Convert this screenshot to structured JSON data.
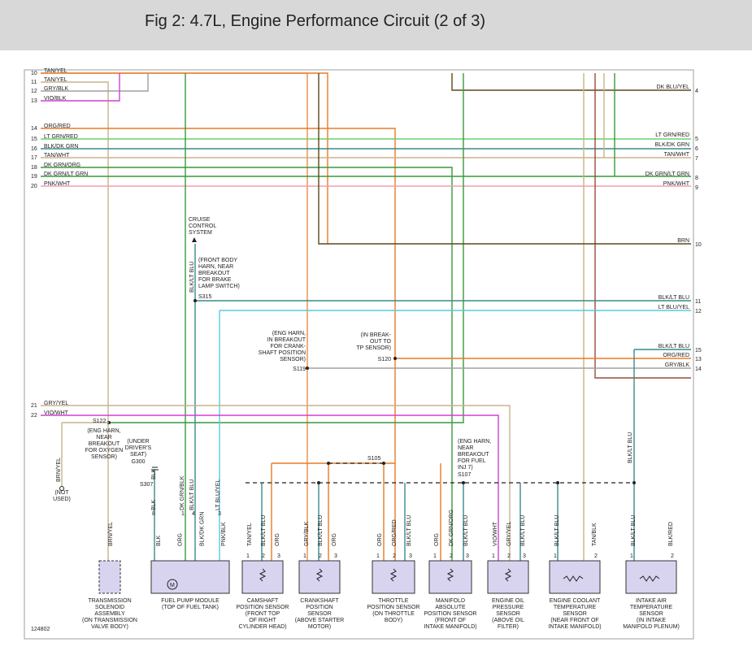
{
  "title": "Fig 2: 4.7L, Engine Performance Circuit (2 of 3)",
  "figure_number": "124802",
  "colors": {
    "orange": "#e87a24",
    "green": "#3a9a3a",
    "dark_brown": "#5a4a1a",
    "tan": "#c8b48a",
    "gray": "#a0a0a0",
    "magenta": "#d040d0",
    "pink": "#f0a0b0",
    "lt_green": "#6ad06a",
    "teal": "#3a8a8a",
    "lt_blue": "#5ac8e0",
    "brown_red": "#9a4a3a",
    "component_fill": "#d8d4f0"
  },
  "left_connector": {
    "pins": [
      {
        "pin": "10",
        "label": "TAN/YEL"
      },
      {
        "pin": "11",
        "label": "TAN/YEL"
      },
      {
        "pin": "12",
        "label": "GRY/BLK"
      },
      {
        "pin": "13",
        "label": "VIO/BLK"
      },
      {
        "pin": "14",
        "label": "ORG/RED"
      },
      {
        "pin": "15",
        "label": "LT GRN/RED"
      },
      {
        "pin": "16",
        "label": "BLK/DK GRN"
      },
      {
        "pin": "17",
        "label": "TAN/WHT"
      },
      {
        "pin": "18",
        "label": "DK GRN/ORG"
      },
      {
        "pin": "19",
        "label": "DK GRN/LT GRN"
      },
      {
        "pin": "20",
        "label": "PNK/WHT"
      },
      {
        "pin": "21",
        "label": "GRY/YEL"
      },
      {
        "pin": "22",
        "label": "VIO/WHT"
      }
    ]
  },
  "right_connector": {
    "pins": [
      {
        "pin": "4",
        "label": "DK BLU/YEL"
      },
      {
        "pin": "5",
        "label": "LT GRN/RED"
      },
      {
        "pin": "6",
        "label": "BLK/DK GRN"
      },
      {
        "pin": "7",
        "label": "TAN/WHT"
      },
      {
        "pin": "8",
        "label": "DK GRN/LT GRN"
      },
      {
        "pin": "9",
        "label": "PNK/WHT"
      },
      {
        "pin": "10",
        "label": "BRN"
      },
      {
        "pin": "11",
        "label": "BLK/LT BLU"
      },
      {
        "pin": "12",
        "label": "LT BLU/YEL"
      },
      {
        "pin": "15",
        "label": "BLK/LT BLU"
      },
      {
        "pin": "13",
        "label": "ORG/RED"
      },
      {
        "pin": "14",
        "label": "GRY/BLK"
      }
    ]
  },
  "notes": {
    "cruise": [
      "CRUISE",
      "CONTROL",
      "SYSTEM"
    ],
    "s315": [
      "(FRONT BODY",
      "HARN, NEAR",
      "BREAKOUT",
      "FOR BRAKE",
      "LAMP SWITCH)"
    ],
    "s315_label": "S315",
    "s315_wire": "BLK/LT BLU",
    "s119": [
      "(ENG HARN,",
      "IN BREAKOUT",
      "FOR CRANK-",
      "SHAFT POSITION",
      "SENSOR)"
    ],
    "s119_label": "S119",
    "s120": [
      "(IN BREAK-",
      "OUT TO",
      "TP SENSOR)"
    ],
    "s120_label": "S120",
    "s122_label": "S122",
    "s122": [
      "(ENG HARN,",
      "NEAR",
      "BREAKOUT",
      "FOR OXYGEN",
      "SENSOR)"
    ],
    "s122_wire": "BRN/YEL",
    "not_used": [
      "(NOT",
      "USED)"
    ],
    "g300": [
      "(UNDER",
      "DRIVER'S",
      "SEAT)"
    ],
    "g300_label": "G300",
    "s307_label": "S307",
    "s105_label": "S105",
    "s107": [
      "(ENG HARN,",
      "NEAR",
      "BREAKOUT",
      "FOR FUEL",
      "INJ 7)"
    ],
    "s107_label": "S107",
    "right_blk_lt_blu": "BLK/LT BLU"
  },
  "components": [
    {
      "id": "trans",
      "wires": [
        "BRN/YEL"
      ],
      "pins": [],
      "name": [
        "TRANSMISSION",
        "SOLENOID",
        "ASSEMBLY",
        "(ON TRANSMISSION",
        "VALVE BODY)"
      ]
    },
    {
      "id": "fuel",
      "wires": [
        "BLK",
        "ORG",
        "BLK/DK GRN",
        "PNK/BLK"
      ],
      "pins": [],
      "name": [
        "FUEL PUMP MODULE",
        "(TOP OF FUEL TANK)"
      ]
    },
    {
      "id": "cam",
      "wires": [
        "TAN/YEL",
        "BLK/LT BLU",
        "ORG"
      ],
      "pins": [
        "1",
        "2",
        "3"
      ],
      "name": [
        "CAMSHAFT",
        "POSITION SENSOR",
        "(FRONT TOP",
        "OF RIGHT",
        "CYLINDER HEAD)"
      ]
    },
    {
      "id": "crank",
      "wires": [
        "GRY/BLK",
        "BLK/LT BLU",
        "ORG"
      ],
      "pins": [
        "1",
        "2",
        "3"
      ],
      "name": [
        "CRANKSHAFT",
        "POSITION",
        "SENSOR",
        "(ABOVE STARTER",
        "MOTOR)"
      ]
    },
    {
      "id": "tps",
      "wires": [
        "ORG",
        "ORG/RED",
        "BLK/LT BLU"
      ],
      "pins": [
        "1",
        "2",
        "3"
      ],
      "name": [
        "THROTTLE",
        "POSITION SENSOR",
        "(ON THROTTLE",
        "BODY)"
      ]
    },
    {
      "id": "map",
      "wires": [
        "ORG",
        "DK GRN/ORG",
        "BLK/LT BLU"
      ],
      "pins": [
        "1",
        "2",
        "3"
      ],
      "name": [
        "MANIFOLD",
        "ABSOLUTE",
        "POSITION SENSOR",
        "(FRONT OF",
        "INTAKE MANIFOLD)"
      ]
    },
    {
      "id": "oil",
      "wires": [
        "VIO/WHT",
        "GRY/YEL",
        "BLK/LT BLU"
      ],
      "pins": [
        "1",
        "2",
        "3"
      ],
      "name": [
        "ENGINE OIL",
        "PRESSURE",
        "SENSOR",
        "(ABOVE OIL",
        "FILTER)"
      ]
    },
    {
      "id": "ect",
      "wires": [
        "BLK/LT BLU",
        "TAN/BLK"
      ],
      "pins": [
        "1",
        "2"
      ],
      "name": [
        "ENGINE COOLANT",
        "TEMPERATURE",
        "SENSOR",
        "(NEAR FRONT OF",
        "INTAKE MANIFOLD)"
      ]
    },
    {
      "id": "iat",
      "wires": [
        "BLK/LT BLU",
        "BLK/RED"
      ],
      "pins": [
        "1",
        "2"
      ],
      "name": [
        "INTAKE AIR",
        "TEMPERATURE",
        "SENSOR",
        "(IN INTAKE",
        "MANIFOLD PLENUM)"
      ]
    }
  ],
  "fuel_pin_labels": {
    "left": [
      "BLK",
      "BLK"
    ],
    "pins": [
      "8",
      "1",
      "4",
      "3"
    ],
    "wires_top": [
      "DK GRN/BLK",
      "BLK/LT BLU",
      "LT BLU/YEL"
    ],
    "motor": "M"
  }
}
